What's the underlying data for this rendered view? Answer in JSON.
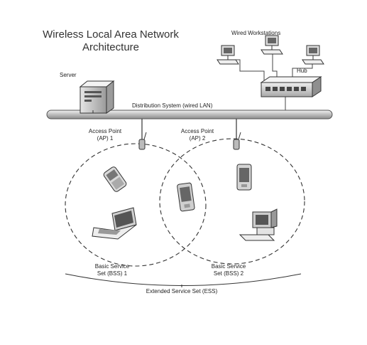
{
  "title": {
    "line1": "Wireless Local Area Network",
    "line2": "Architecture"
  },
  "labels": {
    "wired_workstations": "Wired Workstations",
    "hub": "Hub",
    "server": "Server",
    "distribution_system": "Distribution System (wired LAN)",
    "ap1_line1": "Access Point",
    "ap1_line2": "(AP) 1",
    "ap2_line1": "Access Point",
    "ap2_line2": "(AP) 2",
    "bss1_line1": "Basic Service",
    "bss1_line2": "Set (BSS) 1",
    "bss2_line1": "Basic Service",
    "bss2_line2": "Set (BSS) 2",
    "ess": "Extended Service Set (ESS)"
  },
  "icons": [
    "server-icon",
    "hub-icon",
    "workstation-icon",
    "access-point-icon",
    "cellphone-icon",
    "laptop-icon",
    "pda-icon",
    "desktop-computer-icon"
  ]
}
